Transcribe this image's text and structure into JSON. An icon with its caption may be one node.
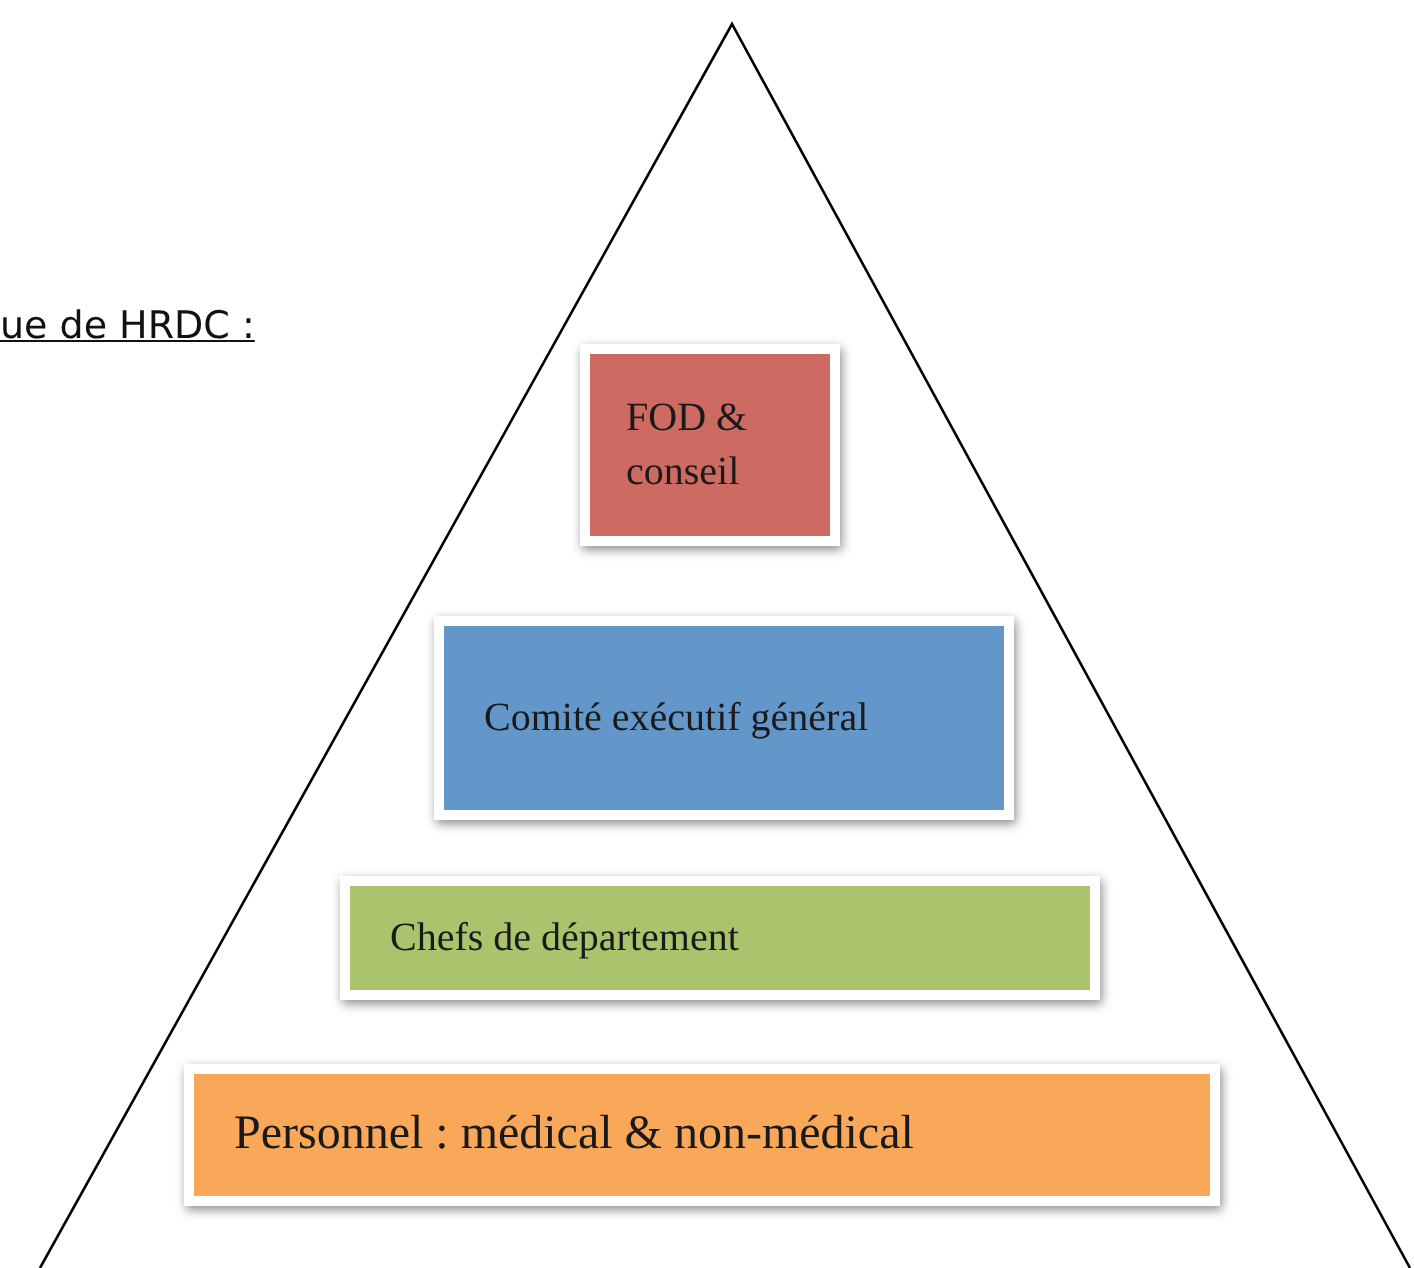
{
  "diagram": {
    "nodes": [
      {
        "text": [
          "FOD & conseil"
        ]
      },
      {
        "text": [
          "Comité exécutif général"
        ]
      },
      {
        "text": [
          "Chefs de département"
        ]
      },
      {
        "text": [
          "Personnel : médical & non-médical"
        ]
      }
    ],
    "labels": [
      "ue de HRDC :"
    ]
  }
}
